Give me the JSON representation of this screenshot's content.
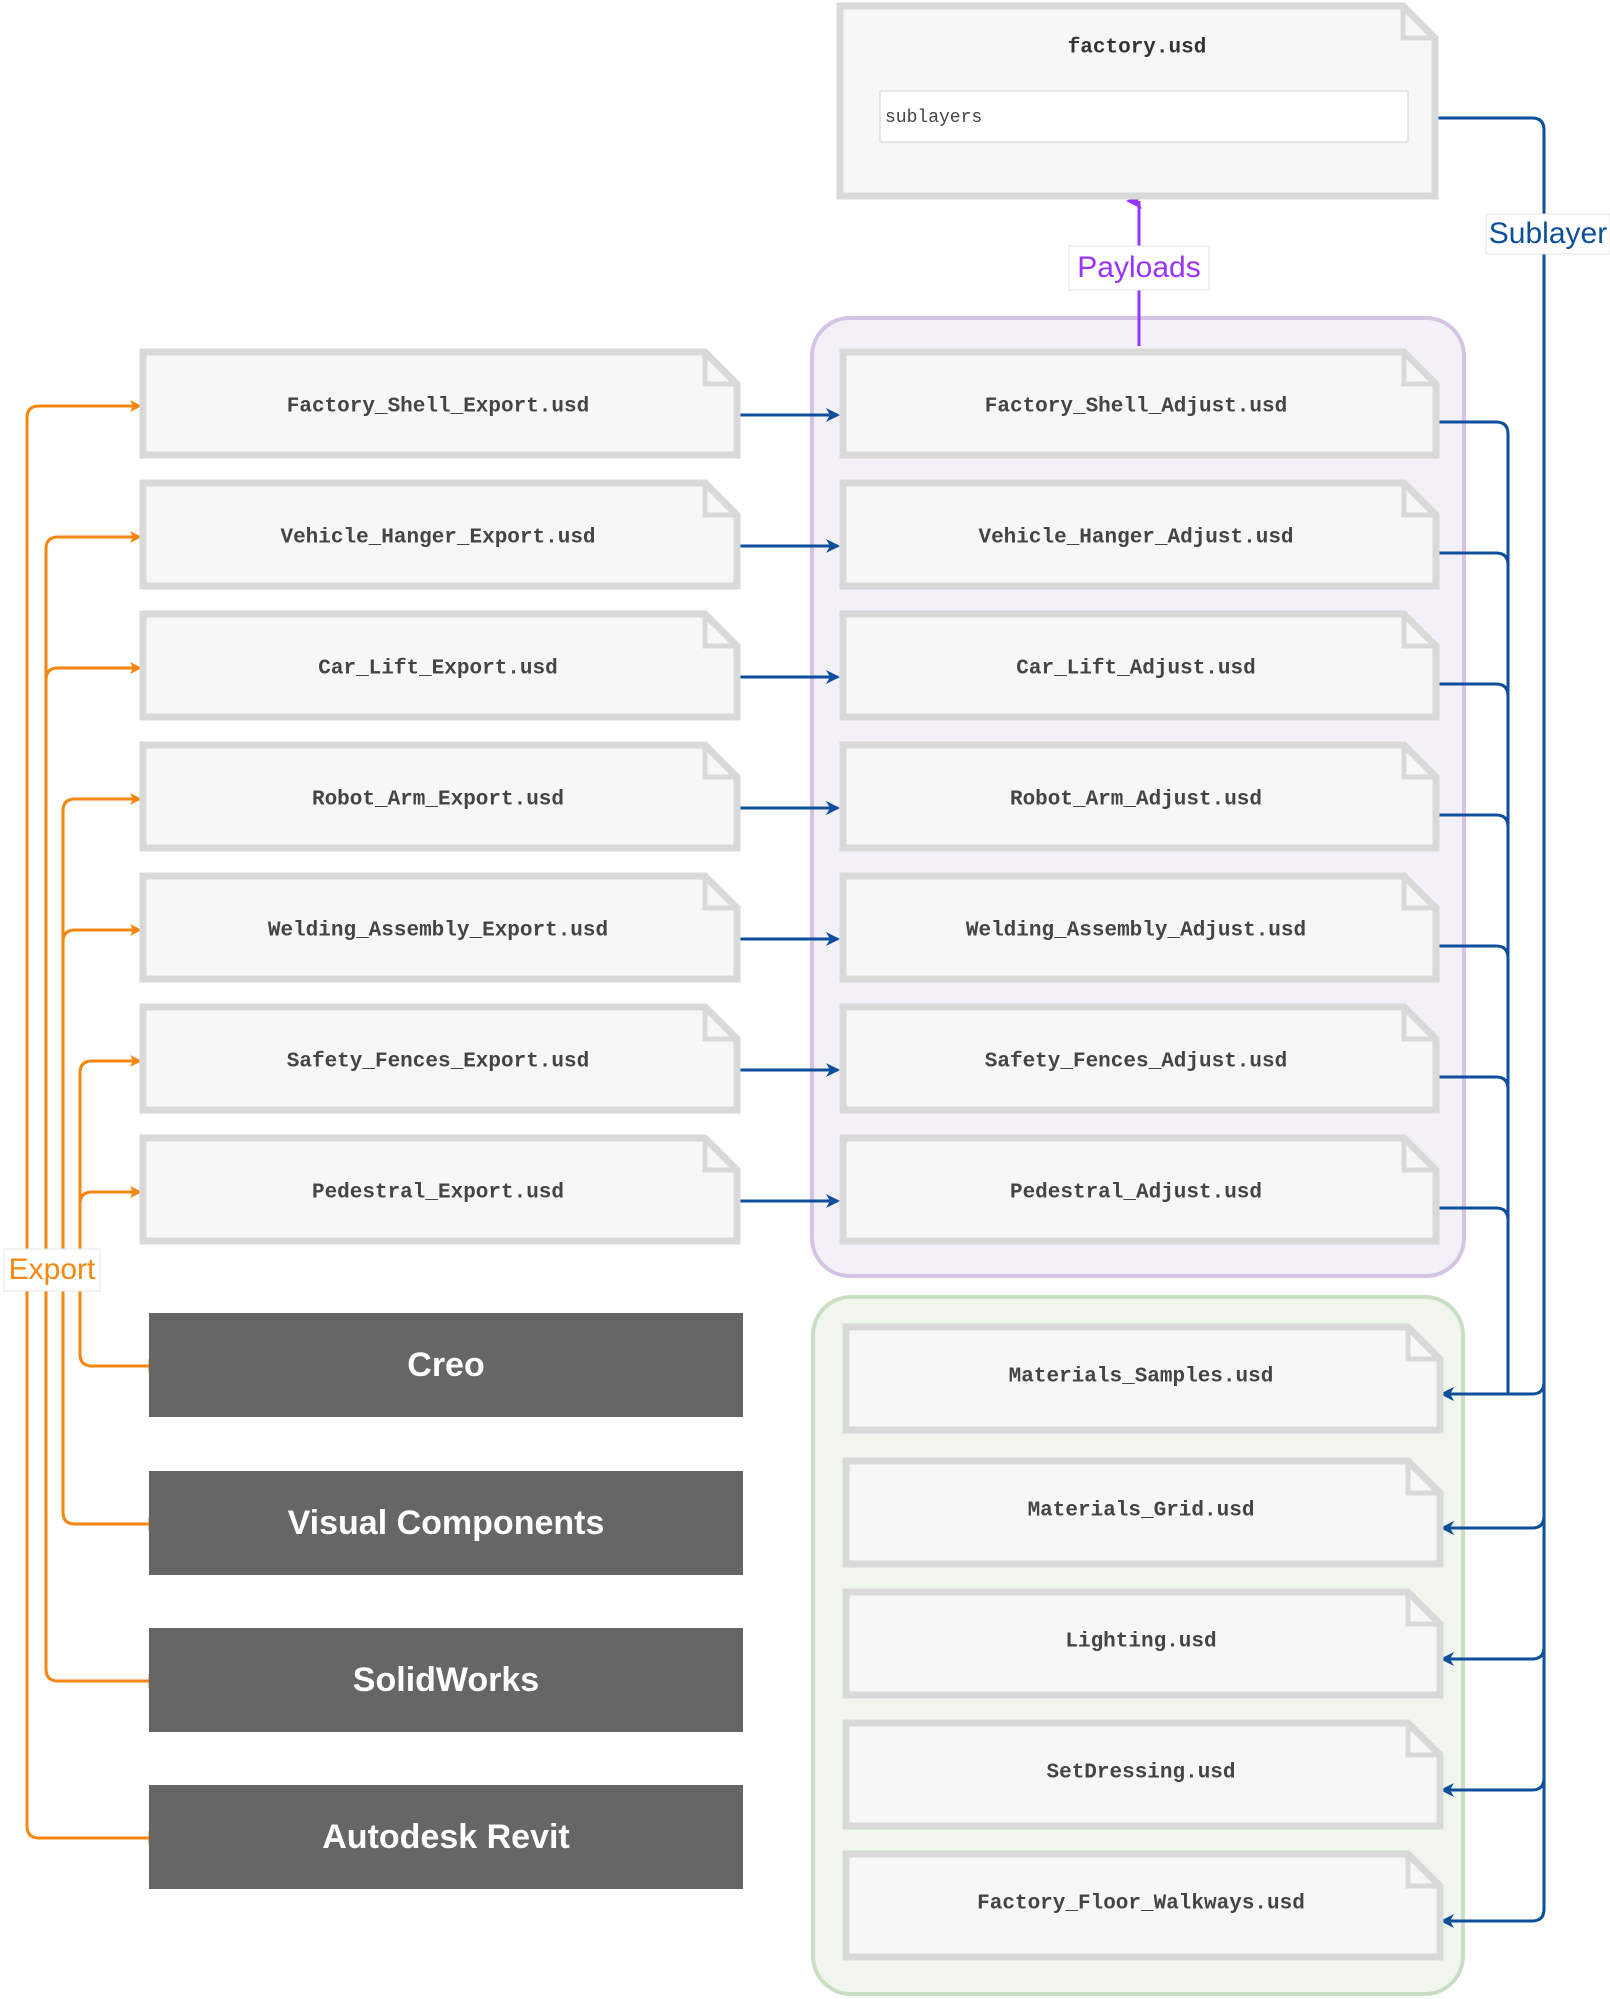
{
  "colors": {
    "export": "#f5860f",
    "sublayer": "#0d4f9b",
    "payload": "#9933ff",
    "file_fill": "#f7f7f7",
    "file_border": "#d9d9d9",
    "tool_fill": "#666666",
    "adjust_group_fill": "#f4f0f8",
    "adjust_group_border": "#d5c4e3",
    "support_group_fill": "#f0f6ee",
    "support_group_border": "#c9dfc3"
  },
  "root_file": {
    "name": "factory.usd",
    "field": "sublayers"
  },
  "labels": {
    "payloads": "Payloads",
    "sublayer": "Sublayer",
    "export": "Export"
  },
  "export_files": [
    "Factory_Shell_Export.usd",
    "Vehicle_Hanger_Export.usd",
    "Car_Lift_Export.usd",
    "Robot_Arm_Export.usd",
    "Welding_Assembly_Export.usd",
    "Safety_Fences_Export.usd",
    "Pedestral_Export.usd"
  ],
  "adjust_files": [
    "Factory_Shell_Adjust.usd",
    "Vehicle_Hanger_Adjust.usd",
    "Car_Lift_Adjust.usd",
    "Robot_Arm_Adjust.usd",
    "Welding_Assembly_Adjust.usd",
    "Safety_Fences_Adjust.usd",
    "Pedestral_Adjust.usd"
  ],
  "support_files": [
    "Materials_Samples.usd",
    "Materials_Grid.usd",
    "Lighting.usd",
    "SetDressing.usd",
    "Factory_Floor_Walkways.usd"
  ],
  "tools": [
    "Creo",
    "Visual Components",
    "SolidWorks",
    "Autodesk Revit"
  ]
}
